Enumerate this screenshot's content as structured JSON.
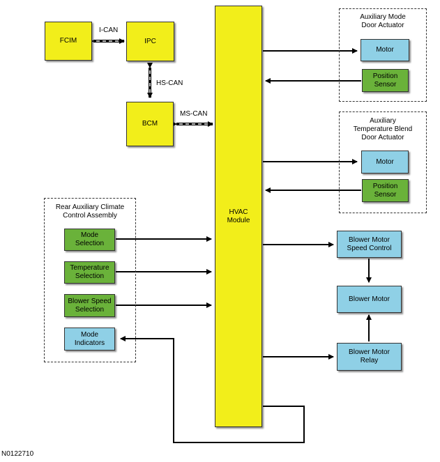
{
  "modules": {
    "fcim": "FCIM",
    "ipc": "IPC",
    "bcm": "BCM",
    "hvac_line1": "HVAC",
    "hvac_line2": "Module"
  },
  "buses": {
    "ican": "I-CAN",
    "hscan": "HS-CAN",
    "mscan": "MS-CAN"
  },
  "aux_mode": {
    "title_line1": "Auxiliary Mode",
    "title_line2": "Door Actuator",
    "motor": "Motor",
    "sensor_line1": "Position",
    "sensor_line2": "Sensor"
  },
  "aux_temp": {
    "title_line1": "Auxiliary",
    "title_line2": "Temperature Blend",
    "title_line3": "Door Actuator",
    "motor": "Motor",
    "sensor_line1": "Position",
    "sensor_line2": "Sensor"
  },
  "rear": {
    "title_line1": "Rear Auxiliary Climate",
    "title_line2": "Control Assembly",
    "mode_line1": "Mode",
    "mode_line2": "Selection",
    "temp_line1": "Temperature",
    "temp_line2": "Selection",
    "blower_line1": "Blower Speed",
    "blower_line2": "Selection",
    "ind_line1": "Mode",
    "ind_line2": "Indicators"
  },
  "blower": {
    "speed_line1": "Blower Motor",
    "speed_line2": "Speed Control",
    "motor": "Blower Motor",
    "relay_line1": "Blower Motor",
    "relay_line2": "Relay"
  },
  "figure_id": "N0122710",
  "colors": {
    "module": "#f2ee1a",
    "input": "#6ab23a",
    "output": "#8fd0e6"
  }
}
